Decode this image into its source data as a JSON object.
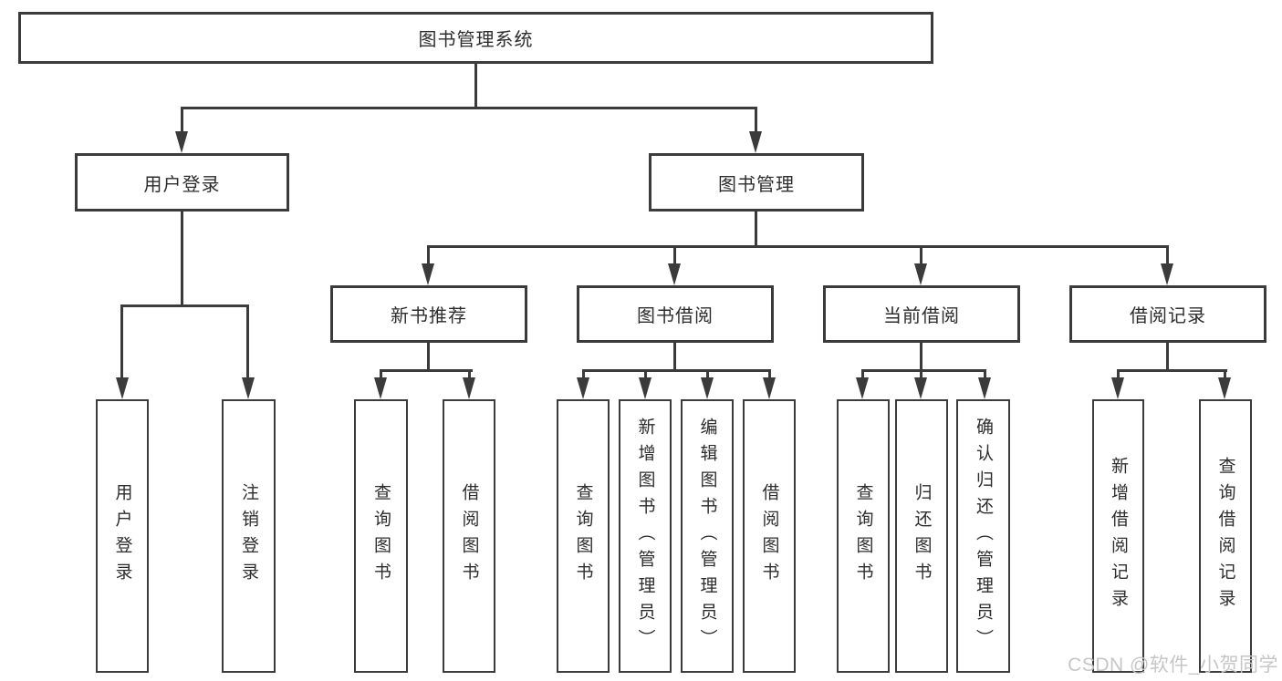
{
  "nodes": {
    "root": "图书管理系统",
    "user_login": "用户登录",
    "book_mgmt": "图书管理",
    "new_book": "新书推荐",
    "book_borrow": "图书借阅",
    "current_borrow": "当前借阅",
    "borrow_record": "借阅记录",
    "leaf_user_login": "用户登录",
    "leaf_logout": "注销登录",
    "leaf_nb_query": "查询图书",
    "leaf_nb_borrow": "借阅图书",
    "leaf_bb_query": "查询图书",
    "leaf_bb_add": "新增图书（管理员）",
    "leaf_bb_edit": "编辑图书（管理员）",
    "leaf_bb_borrow": "借阅图书",
    "leaf_cb_query": "查询图书",
    "leaf_cb_return": "归还图书",
    "leaf_cb_confirm": "确认归还（管理员）",
    "leaf_br_add": "新增借阅记录",
    "leaf_br_query": "查询借阅记录"
  },
  "watermark": "CSDN @软件_小贺同学",
  "colors": {
    "line": "#3b3b3b",
    "text": "#2d2d2d",
    "watermark": "#c6c6c6",
    "background": "#ffffff"
  }
}
